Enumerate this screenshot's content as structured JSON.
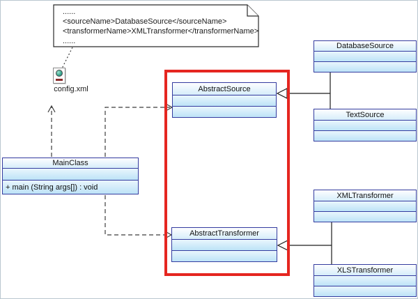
{
  "note": {
    "lines": [
      "......",
      "<sourceName>DatabaseSource</sourceName>",
      "<transformerName>XMLTransformer</transformerName>",
      "......"
    ]
  },
  "artifact": {
    "label": "config.xml"
  },
  "classes": {
    "main_class": {
      "name": "MainClass",
      "operation": "+ main (String args[])  : void"
    },
    "abstract_source": {
      "name": "AbstractSource"
    },
    "abstract_transformer": {
      "name": "AbstractTransformer"
    },
    "database_source": {
      "name": "DatabaseSource"
    },
    "text_source": {
      "name": "TextSource"
    },
    "xml_transformer": {
      "name": "XMLTransformer"
    },
    "xlst_transformer": {
      "name": "XLSTransformer"
    }
  },
  "relationships": [
    {
      "type": "generalization",
      "from": "DatabaseSource",
      "to": "AbstractSource"
    },
    {
      "type": "generalization",
      "from": "TextSource",
      "to": "AbstractSource"
    },
    {
      "type": "generalization",
      "from": "XMLTransformer",
      "to": "AbstractTransformer"
    },
    {
      "type": "generalization",
      "from": "XLSTransformer",
      "to": "AbstractTransformer"
    },
    {
      "type": "dependency",
      "from": "MainClass",
      "to": "AbstractSource"
    },
    {
      "type": "dependency",
      "from": "MainClass",
      "to": "AbstractTransformer"
    },
    {
      "type": "dependency",
      "from": "MainClass",
      "to": "config.xml"
    },
    {
      "type": "anchor",
      "from": "config.xml",
      "to": "note"
    }
  ],
  "colors": {
    "highlight_red": "#e52620",
    "class_border": "#333b9f",
    "class_fill_top": "#fdfeff",
    "class_fill_bottom": "#bde3f7",
    "line": "#2a2a2a"
  }
}
